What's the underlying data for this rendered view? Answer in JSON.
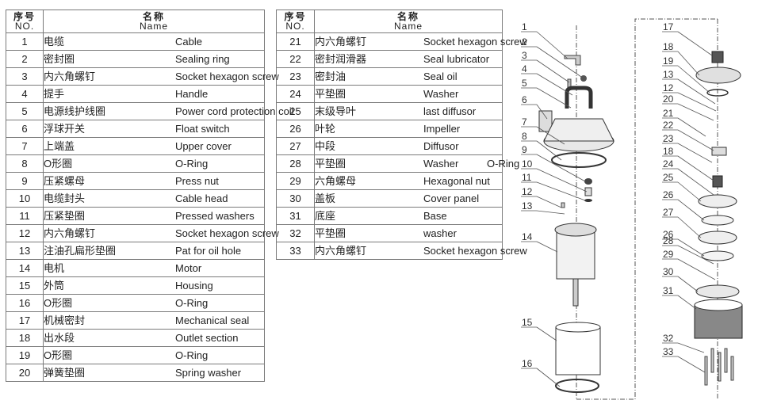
{
  "table_left": {
    "header": {
      "no_cn": "序号",
      "no_en": "NO.",
      "name_cn": "名称",
      "name_en": "Name"
    },
    "rows": [
      {
        "no": "1",
        "cn": "电缆",
        "en": "Cable"
      },
      {
        "no": "2",
        "cn": "密封圈",
        "en": "Sealing ring"
      },
      {
        "no": "3",
        "cn": "内六角螺钉",
        "en": "Socket hexagon screw"
      },
      {
        "no": "4",
        "cn": "提手",
        "en": "Handle"
      },
      {
        "no": "5",
        "cn": "电源线护线圈",
        "en": "Power cord protection coil"
      },
      {
        "no": "6",
        "cn": "浮球开关",
        "en": "Float switch"
      },
      {
        "no": "7",
        "cn": "上端盖",
        "en": "Upper cover"
      },
      {
        "no": "8",
        "cn": "O形圈",
        "en": "O-Ring"
      },
      {
        "no": "9",
        "cn": "压紧螺母",
        "en": "Press nut"
      },
      {
        "no": "10",
        "cn": "电缆封头",
        "en": "Cable head"
      },
      {
        "no": "11",
        "cn": "压紧垫圈",
        "en": "Pressed washers"
      },
      {
        "no": "12",
        "cn": "内六角螺钉",
        "en": "Socket hexagon screw"
      },
      {
        "no": "13",
        "cn": "注油孔扁形垫圈",
        "en": "Pat for oil hole"
      },
      {
        "no": "14",
        "cn": "电机",
        "en": "Motor"
      },
      {
        "no": "15",
        "cn": "外筒",
        "en": "Housing"
      },
      {
        "no": "16",
        "cn": "O形圈",
        "en": "O-Ring"
      },
      {
        "no": "17",
        "cn": "机械密封",
        "en": "Mechanical seal"
      },
      {
        "no": "18",
        "cn": "出水段",
        "en": "Outlet section"
      },
      {
        "no": "19",
        "cn": "O形圈",
        "en": "O-Ring"
      },
      {
        "no": "20",
        "cn": "弹簧垫圈",
        "en": "Spring washer"
      }
    ]
  },
  "table_right": {
    "header": {
      "no_cn": "序号",
      "no_en": "NO.",
      "name_cn": "名称",
      "name_en": "Name"
    },
    "rows": [
      {
        "no": "21",
        "cn": "内六角螺钉",
        "en": "Socket hexagon screw"
      },
      {
        "no": "22",
        "cn": "密封润滑器",
        "en": "Seal lubricator"
      },
      {
        "no": "23",
        "cn": "密封油",
        "en": "Seal oil"
      },
      {
        "no": "24",
        "cn": "平垫圈",
        "en": "Washer"
      },
      {
        "no": "25",
        "cn": "末级导叶",
        "en": "last diffusor"
      },
      {
        "no": "26",
        "cn": "叶轮",
        "en": "Impeller"
      },
      {
        "no": "27",
        "cn": "中段",
        "en": "Diffusor"
      },
      {
        "no": "28",
        "cn": "平垫圈",
        "en": "Washer",
        "extra": "O-Ring"
      },
      {
        "no": "29",
        "cn": "六角螺母",
        "en": "Hexagonal nut"
      },
      {
        "no": "30",
        "cn": "盖板",
        "en": "Cover panel"
      },
      {
        "no": "31",
        "cn": "底座",
        "en": "Base"
      },
      {
        "no": "32",
        "cn": "平垫圈",
        "en": "washer"
      },
      {
        "no": "33",
        "cn": "内六角螺钉",
        "en": "Socket hexagon screw"
      }
    ]
  },
  "diagram": {
    "left_labels": [
      "1",
      "2",
      "3",
      "4",
      "5",
      "6",
      "7",
      "8",
      "9",
      "10",
      "11",
      "12",
      "13",
      "14",
      "15",
      "16"
    ],
    "right_labels": [
      "17",
      "18",
      "19",
      "13",
      "12",
      "20",
      "21",
      "22",
      "23",
      "18",
      "24",
      "25",
      "26",
      "27",
      "26",
      "28",
      "29",
      "30",
      "31",
      "32",
      "33"
    ]
  }
}
